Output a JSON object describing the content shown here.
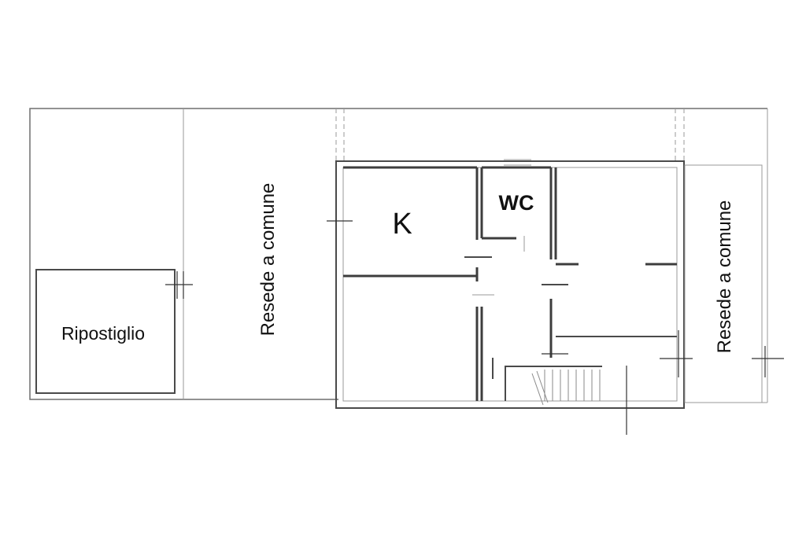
{
  "labels": {
    "storage": "Ripostiglio",
    "shared_yard_left": "Resede a comune",
    "kitchen": "K",
    "wc": "WC",
    "shared_yard_right": "Resede a comune"
  },
  "colors": {
    "background": "#ffffff",
    "text": "#111111",
    "wall": "#4a4a4a",
    "thin_line": "#9a9a9a"
  }
}
